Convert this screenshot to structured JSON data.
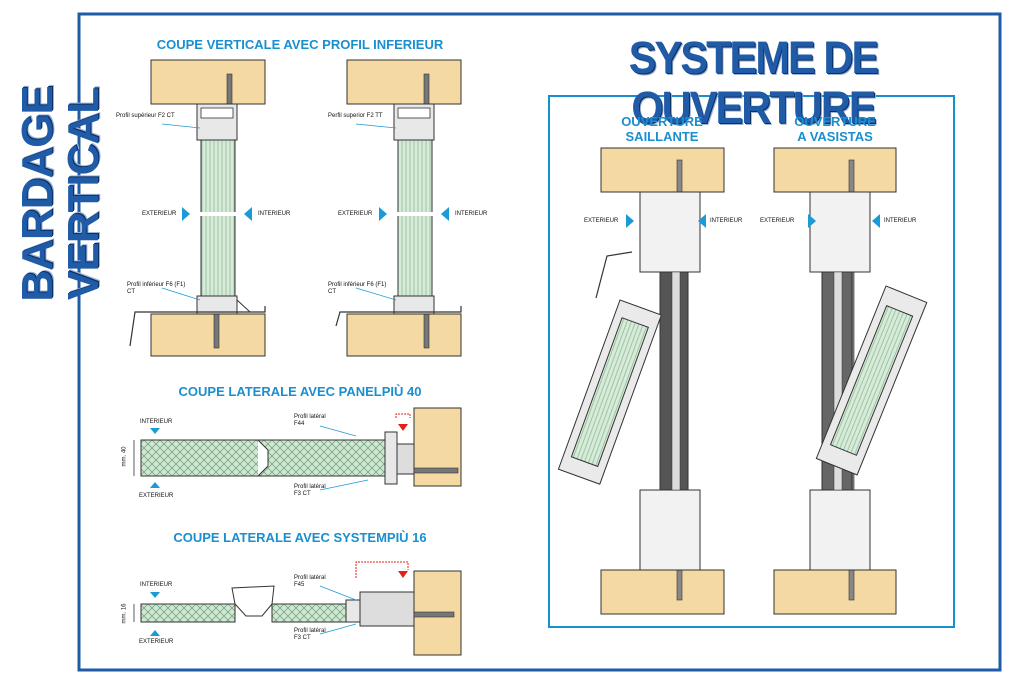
{
  "side_title": "BARDAGE VERTICAL",
  "main_title": "SYSTEME DE OUVERTURE",
  "sections": {
    "vertical": "COUPE VERTICALE AVEC PROFIL INFERIEUR",
    "panelpiu": "COUPE LATERALE AVEC PANELPIÙ 40",
    "systempiu": "COUPE LATERALE AVEC SYSTEMPIÙ 16"
  },
  "vertical_left": {
    "top_profile": "Profil supérieur F2 CT",
    "bottom_profile": "Profil inférieur F6 (F1) CT",
    "exterior": "EXTERIEUR",
    "interior": "INTERIEUR"
  },
  "vertical_right": {
    "top_profile": "Perfil superior F2 TT",
    "bottom_profile": "Profil inférieur F6 (F1) CT",
    "exterior": "EXTERIEUR",
    "interior": "INTERIEUR"
  },
  "panelpiu": {
    "interior": "INTERIEUR",
    "exterior": "EXTERIEUR",
    "dimension": "mm. 40",
    "profile_top": "Profil latéral F44",
    "profile_bottom": "Profil latéral F3 CT"
  },
  "systempiu": {
    "interior": "INTERIEUR",
    "exterior": "EXTERIEUR",
    "dimension": "mm. 16",
    "profile_top": "Profil latéral F45",
    "profile_bottom": "Profil latéral F3 CT"
  },
  "opening": {
    "saillante": {
      "title_line1": "OUVERTURE",
      "title_line2": "SAILLANTE",
      "exterior": "EXTERIEUR",
      "interior": "INTERIEUR"
    },
    "vasistas": {
      "title_line1": "OUVERTURE",
      "title_line2": "A VASISTAS",
      "exterior": "EXTERIEUR",
      "interior": "INTERIEUR"
    }
  },
  "colors": {
    "frame": "#1f5ba7",
    "title_blue": "#1a8fd0",
    "wood": "#f5d9a3",
    "panel_green": "#cfe8d2",
    "arrow": "#1a9ad6",
    "red_arrow": "#e2231a"
  }
}
